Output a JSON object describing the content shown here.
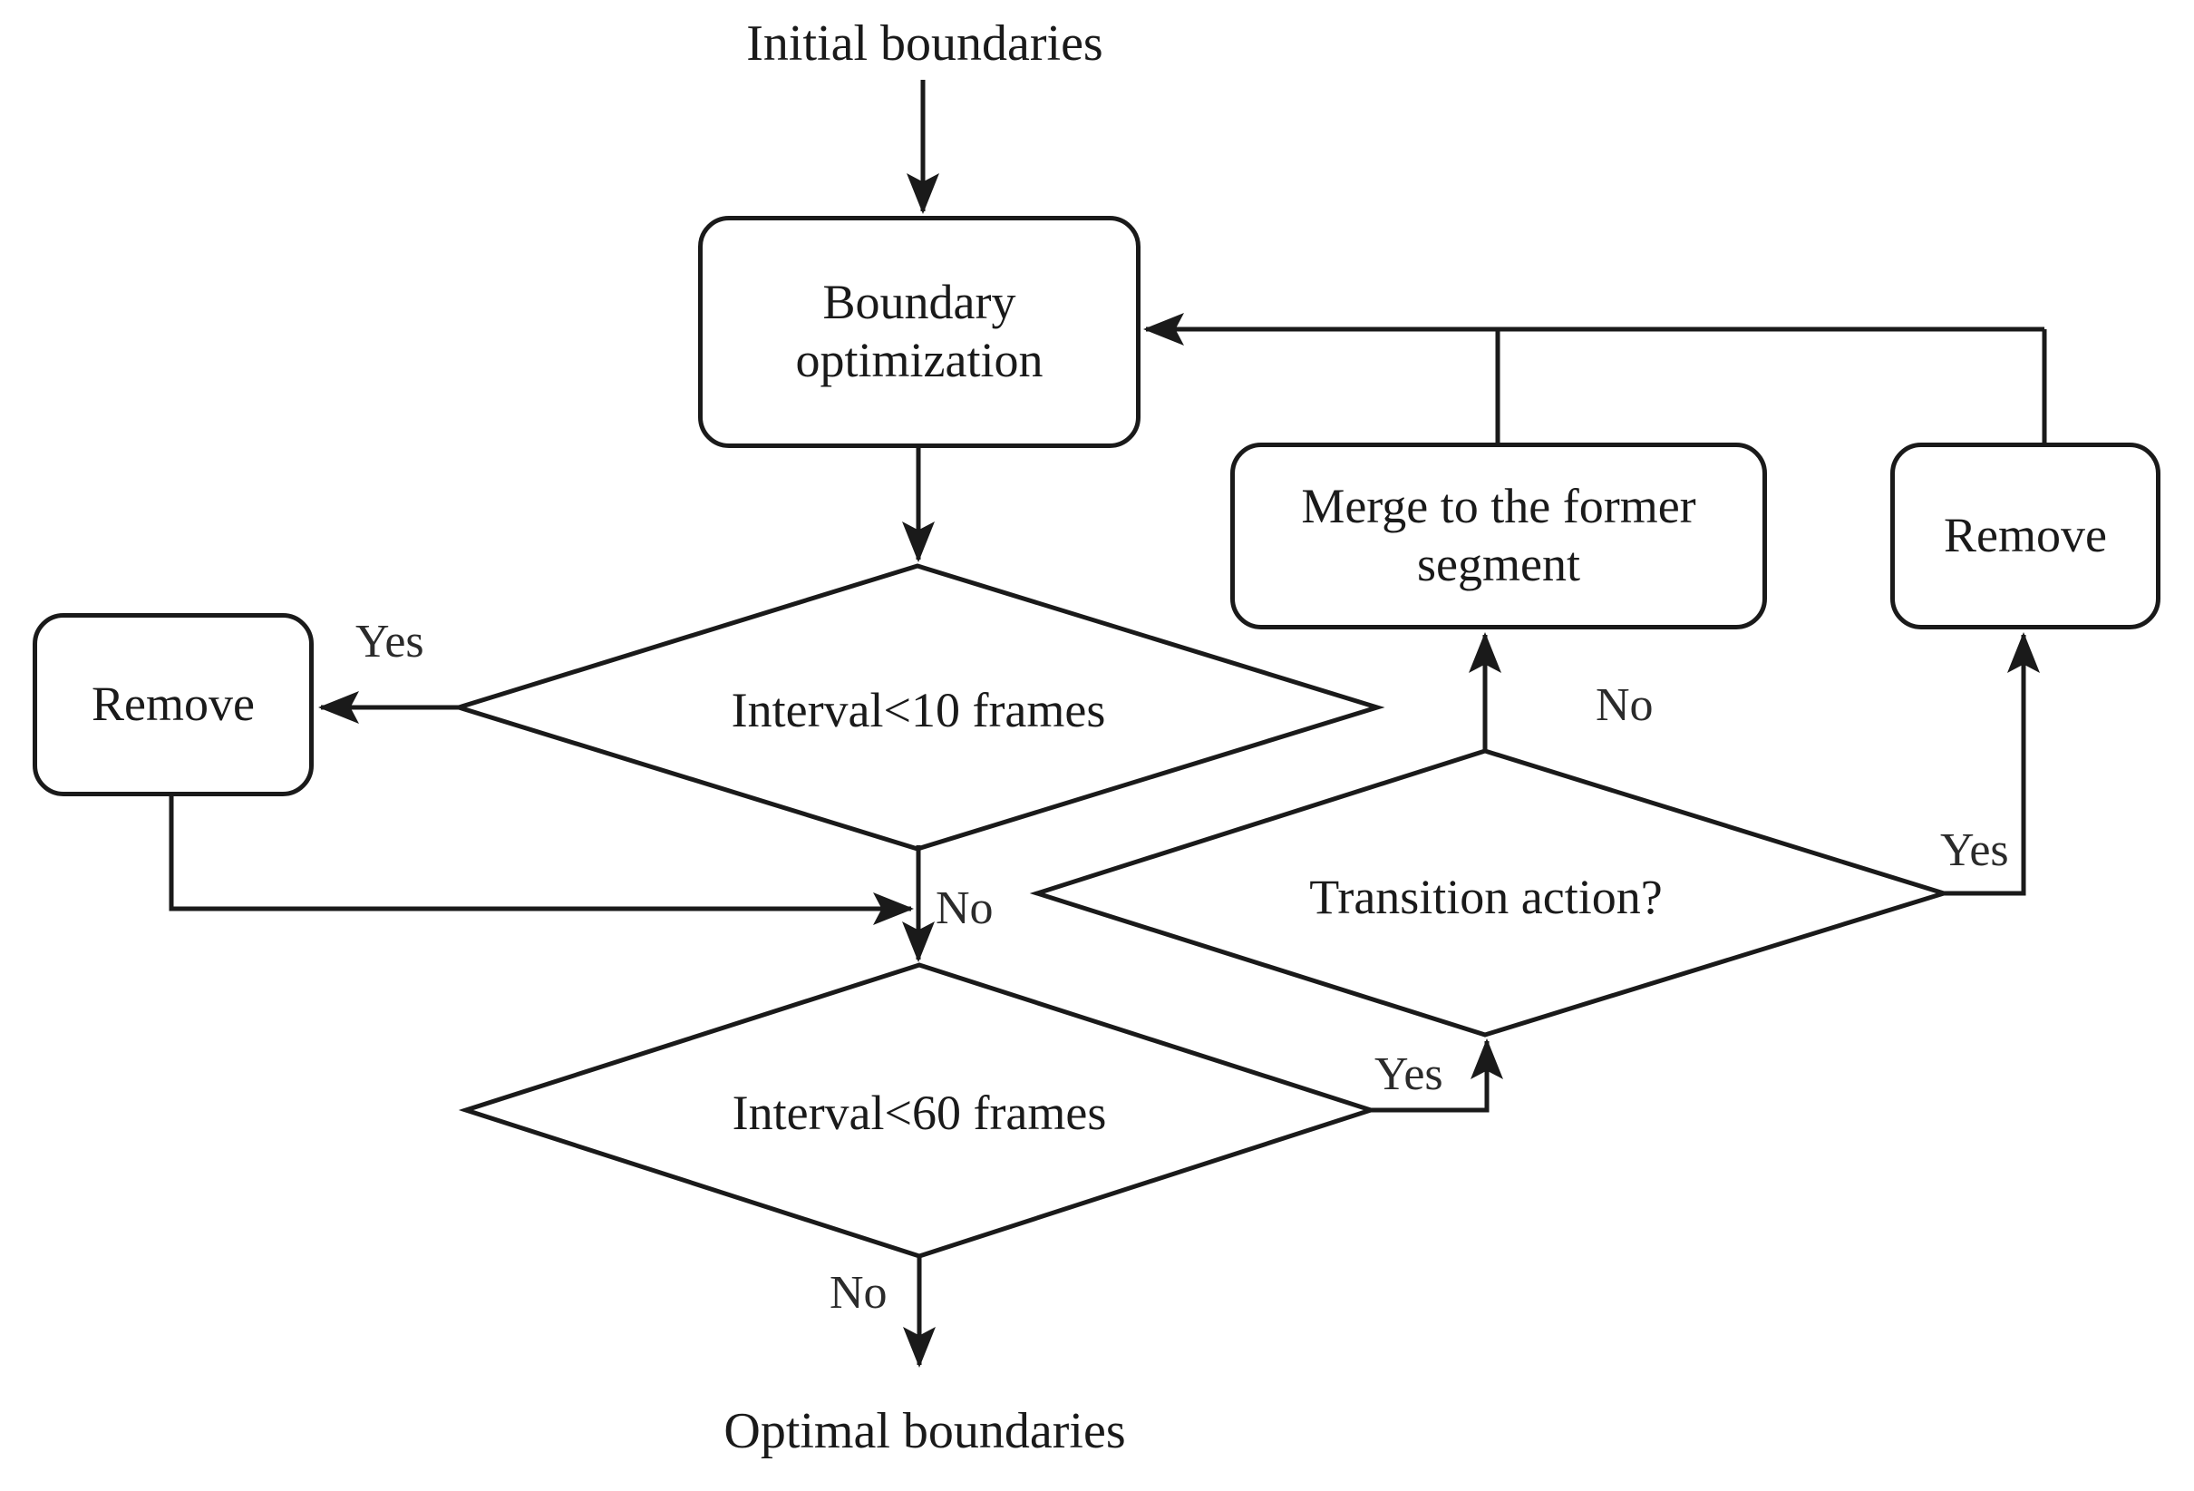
{
  "diagram": {
    "title": "Boundary optimization flowchart",
    "stroke_color": "#1a1a1a",
    "background_color": "#ffffff"
  },
  "nodes": {
    "initial_boundaries": {
      "label": "Initial boundaries",
      "shape": "text"
    },
    "boundary_optimization": {
      "label": "Boundary optimization",
      "line1": "Boundary",
      "line2": "optimization",
      "shape": "process"
    },
    "interval_10": {
      "label": "Interval<10 frames",
      "shape": "decision"
    },
    "remove_left": {
      "label": "Remove",
      "shape": "process"
    },
    "merge_former": {
      "label": "Merge to the former segment",
      "line1": "Merge to the former",
      "line2": "segment",
      "shape": "process"
    },
    "remove_right": {
      "label": "Remove",
      "shape": "process"
    },
    "transition_action": {
      "label": "Transition action?",
      "shape": "decision"
    },
    "interval_60": {
      "label": "Interval<60 frames",
      "shape": "decision"
    },
    "optimal_boundaries": {
      "label": "Optimal boundaries",
      "shape": "text"
    }
  },
  "edge_labels": {
    "interval10_yes": "Yes",
    "interval10_no": "No",
    "interval60_yes": "Yes",
    "interval60_no": "No",
    "transition_no": "No",
    "transition_yes": "Yes"
  }
}
